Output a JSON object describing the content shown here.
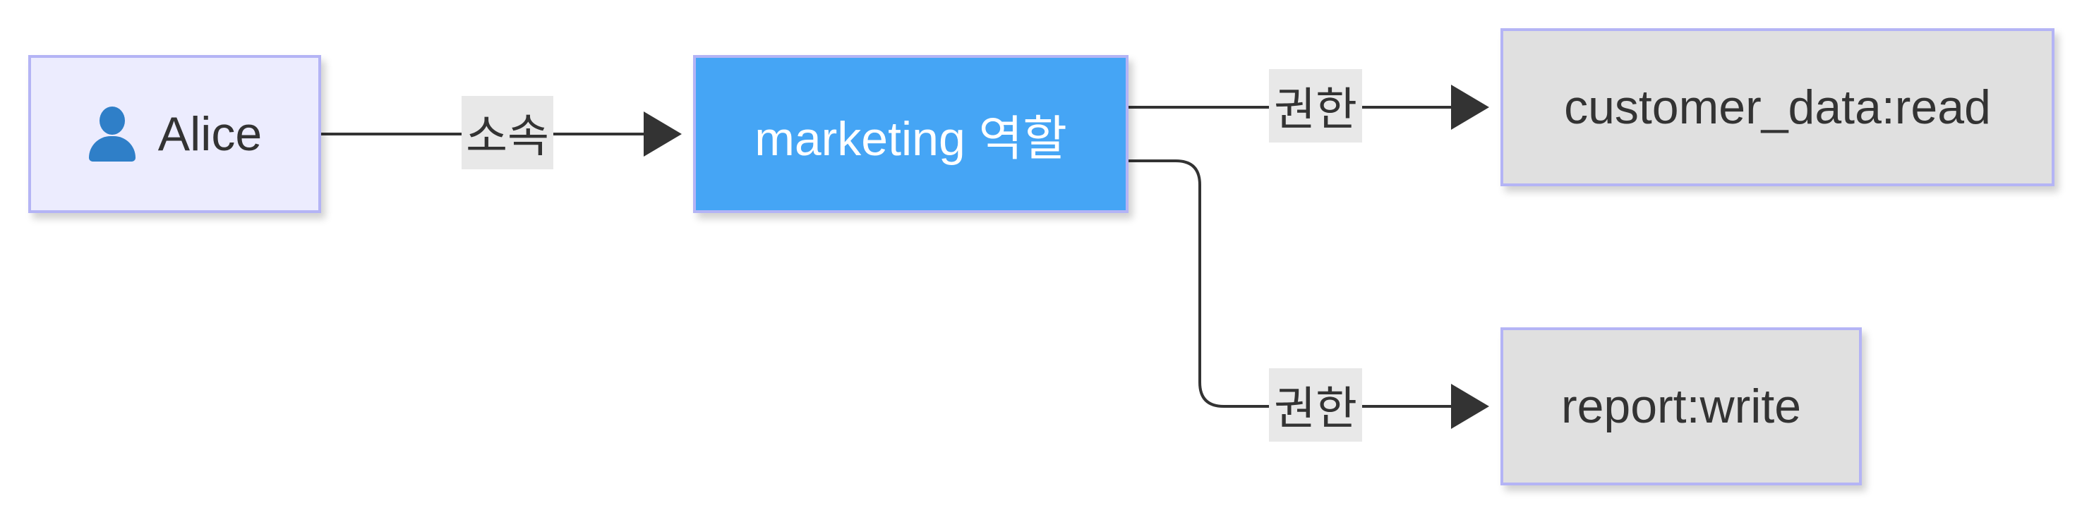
{
  "diagram": {
    "nodes": {
      "user": {
        "label": "Alice",
        "icon": "user-icon"
      },
      "role": {
        "label": "marketing 역할",
        "color": "#45a5f5"
      },
      "perm_read": {
        "label": "customer_data:read"
      },
      "perm_write": {
        "label": "report:write"
      }
    },
    "edges": {
      "membership": {
        "label": "소속",
        "from": "Alice",
        "to": "marketing 역할"
      },
      "grant_read": {
        "label": "권한",
        "from": "marketing 역할",
        "to": "customer_data:read"
      },
      "grant_write": {
        "label": "권한",
        "from": "marketing 역할",
        "to": "report:write"
      }
    },
    "colors": {
      "user_fill": "#ececfe",
      "role_fill": "#45a5f5",
      "permission_fill": "#e0e0e0",
      "node_border": "#b4b4f5",
      "edge_line": "#333333",
      "edge_label_fill": "#e8e8e8"
    }
  }
}
